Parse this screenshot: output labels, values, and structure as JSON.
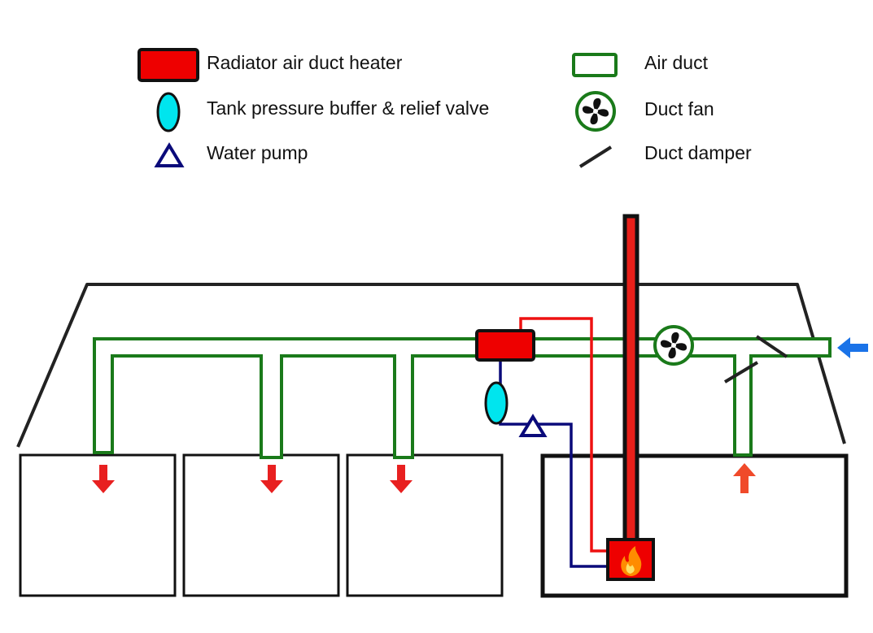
{
  "legend": {
    "heater": "Radiator air duct heater",
    "tank": "Tank pressure buffer & relief valve",
    "pump": "Water pump",
    "duct": "Air duct",
    "fan": "Duct fan",
    "damper": "Duct damper"
  },
  "colors": {
    "duct": "#1a7a1a",
    "duct_fill": "#ffffff",
    "heater": "#ee0000",
    "heater_border": "#111111",
    "tank": "#00e5ee",
    "water_line": "#0a0a7a",
    "hot_line": "#ee1111",
    "outline": "#222222",
    "supply_arrow": "#e82020",
    "return_arrow": "#f04a2a",
    "intake_arrow": "#1a73e8",
    "chimney": "#e8201a",
    "flame": "#ffb000"
  },
  "icons": {
    "heater": "radiator-heater-icon",
    "tank": "pressure-tank-icon",
    "pump": "water-pump-icon",
    "duct": "air-duct-icon",
    "fan": "duct-fan-icon",
    "damper": "duct-damper-icon",
    "flame": "flame-icon"
  }
}
